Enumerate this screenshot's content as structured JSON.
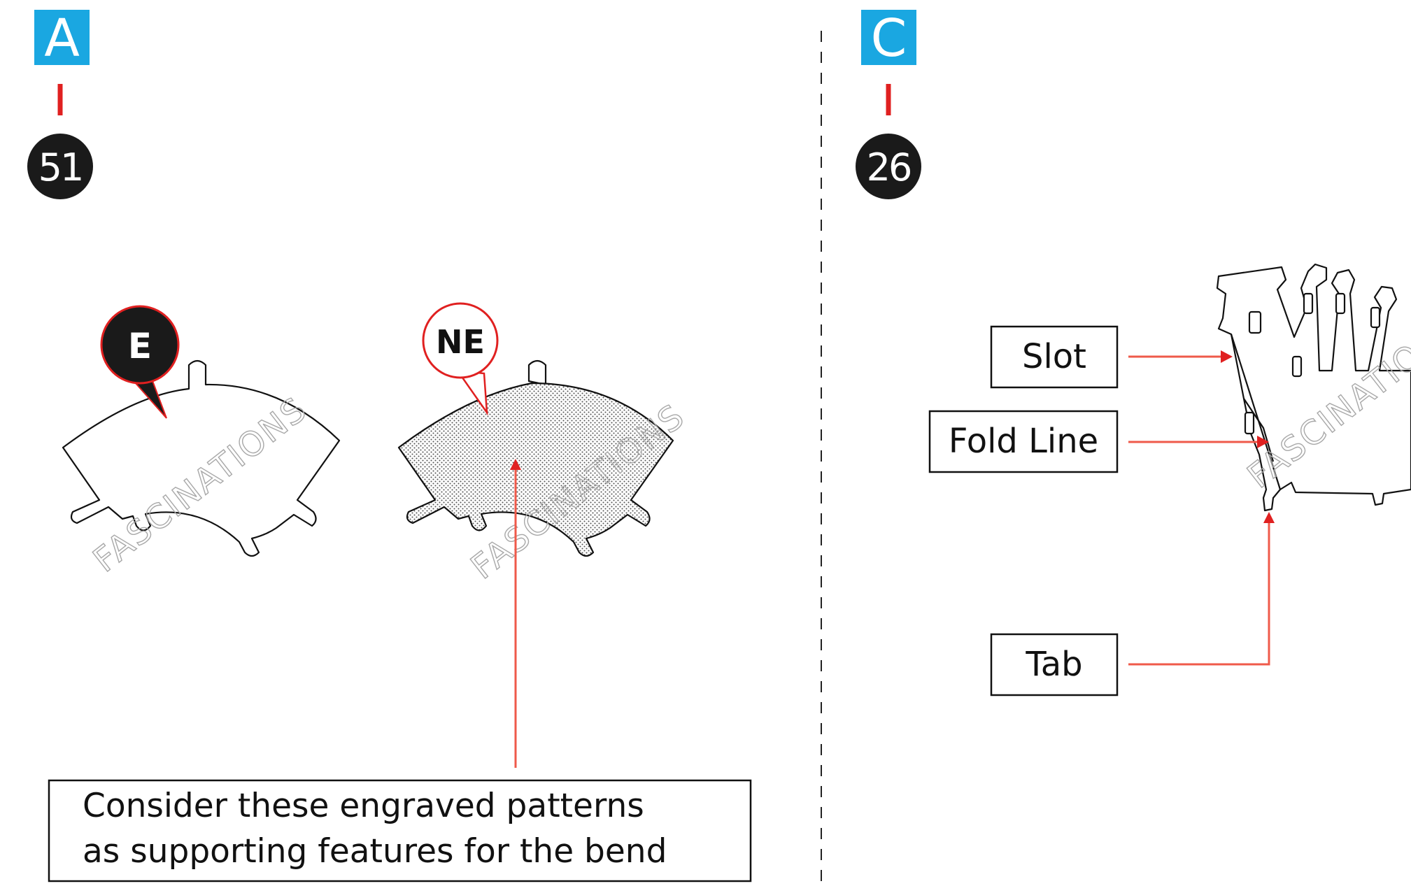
{
  "left_panel": {
    "step_letter": "A",
    "part_number": "51",
    "callout_engraved": "E",
    "callout_not_engraved": "NE",
    "note_line1": "Consider these engraved patterns",
    "note_line2": "as supporting features for the bend",
    "watermark_1": "FASCINATIONS",
    "watermark_2": "FASCINATIONS"
  },
  "right_panel": {
    "step_letter": "C",
    "part_number": "26",
    "label_slot": "Slot",
    "label_fold_line": "Fold Line",
    "label_tab": "Tab",
    "watermark": "FASCINATIONS"
  },
  "colors": {
    "step_badge": "#1aa7e1",
    "connector_red": "#e02020",
    "leader_red": "#ef5a4a",
    "part_badge": "#1a1a1a",
    "divider": "#222222"
  }
}
